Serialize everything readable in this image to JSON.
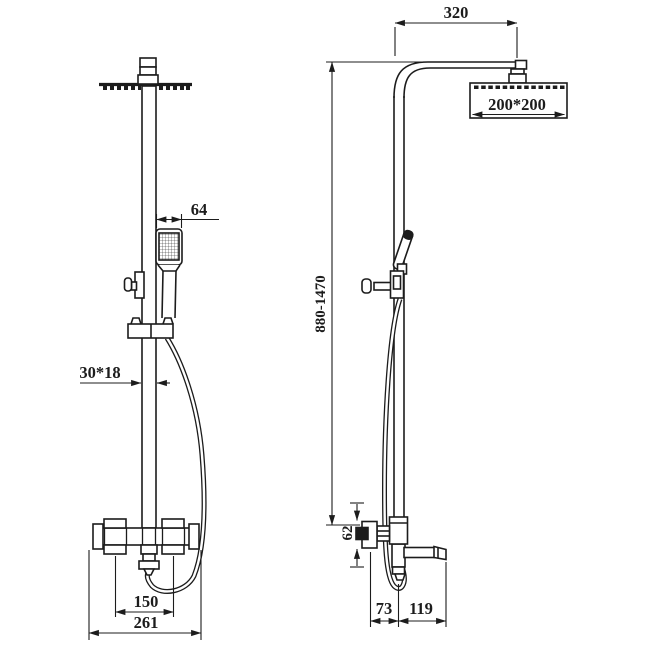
{
  "title": "Thermostatic shower column technical drawing",
  "colors": {
    "line": "#1c1c1c",
    "background": "#ffffff"
  },
  "views": {
    "front_view": "front elevation of shower column",
    "side_view": "side elevation of shower column"
  },
  "labels": {
    "arm_length": "320",
    "head_size": "200*200",
    "hand_shower_width": "64",
    "height_range": "880-1470",
    "pipe_section": "30*18",
    "handle_spacing": "150",
    "mixer_width": "261",
    "wall_to_pipe": "73",
    "spout_reach": "119",
    "mixer_body_height": "62"
  }
}
